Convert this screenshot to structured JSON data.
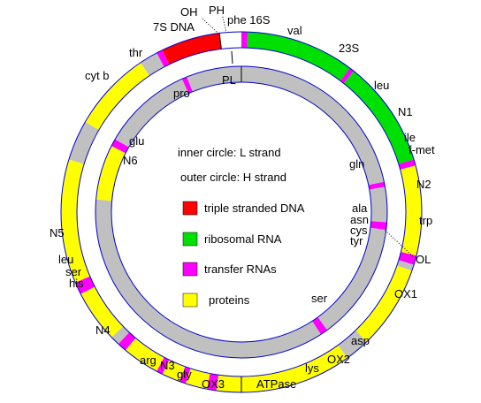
{
  "colors": {
    "triple_stranded_dna": "#ff0000",
    "ribosomal_rna": "#00e000",
    "transfer_rna": "#ff00ff",
    "proteins": "#ffff00",
    "noncoding": "#c0c0c0",
    "border": "#0000cc"
  },
  "legend": {
    "inner_note": "inner circle: L strand",
    "outer_note": "outer circle: H strand",
    "items": [
      {
        "key": "triple_stranded_dna",
        "label": "triple stranded DNA"
      },
      {
        "key": "ribosomal_rna",
        "label": "ribosomal RNA"
      },
      {
        "key": "transfer_rna",
        "label": "transfer RNAs"
      },
      {
        "key": "proteins",
        "label": "proteins"
      }
    ]
  },
  "outer_ring": {
    "segments": [
      {
        "start": 353,
        "end": 0,
        "kind": "white"
      },
      {
        "start": 0,
        "end": 2,
        "kind": "transfer_rna"
      },
      {
        "start": 2,
        "end": 37,
        "kind": "ribosomal_rna"
      },
      {
        "start": 37,
        "end": 38.5,
        "kind": "transfer_rna"
      },
      {
        "start": 38.5,
        "end": 73,
        "kind": "ribosomal_rna"
      },
      {
        "start": 73,
        "end": 75,
        "kind": "transfer_rna"
      },
      {
        "start": 75,
        "end": 104,
        "kind": "proteins"
      },
      {
        "start": 104,
        "end": 107,
        "kind": "transfer_rna"
      },
      {
        "start": 107,
        "end": 109,
        "kind": "noncoding"
      },
      {
        "start": 109,
        "end": 136,
        "kind": "proteins"
      },
      {
        "start": 136,
        "end": 144,
        "kind": "noncoding"
      },
      {
        "start": 144,
        "end": 188,
        "kind": "proteins"
      },
      {
        "start": 188,
        "end": 191,
        "kind": "transfer_rna"
      },
      {
        "start": 191,
        "end": 198,
        "kind": "proteins"
      },
      {
        "start": 198,
        "end": 200,
        "kind": "transfer_rna"
      },
      {
        "start": 200,
        "end": 206,
        "kind": "proteins"
      },
      {
        "start": 206,
        "end": 208,
        "kind": "transfer_rna"
      },
      {
        "start": 208,
        "end": 220,
        "kind": "proteins"
      },
      {
        "start": 220,
        "end": 223,
        "kind": "transfer_rna"
      },
      {
        "start": 223,
        "end": 226,
        "kind": "noncoding"
      },
      {
        "start": 226,
        "end": 243,
        "kind": "proteins"
      },
      {
        "start": 243,
        "end": 247,
        "kind": "transfer_rna"
      },
      {
        "start": 247,
        "end": 287,
        "kind": "proteins"
      },
      {
        "start": 287,
        "end": 300,
        "kind": "noncoding"
      },
      {
        "start": 300,
        "end": 326,
        "kind": "proteins"
      },
      {
        "start": 326,
        "end": 332,
        "kind": "noncoding"
      },
      {
        "start": 332,
        "end": 334,
        "kind": "transfer_rna"
      },
      {
        "start": 334,
        "end": 353,
        "kind": "triple_stranded_dna"
      }
    ],
    "ticks": [
      180,
      353
    ]
  },
  "inner_ring": {
    "segments": [
      {
        "start": 0,
        "end": 78,
        "kind": "noncoding"
      },
      {
        "start": 78,
        "end": 80,
        "kind": "transfer_rna"
      },
      {
        "start": 80,
        "end": 94,
        "kind": "noncoding"
      },
      {
        "start": 94,
        "end": 97,
        "kind": "transfer_rna"
      },
      {
        "start": 97,
        "end": 144,
        "kind": "noncoding"
      },
      {
        "start": 144,
        "end": 147,
        "kind": "transfer_rna"
      },
      {
        "start": 147,
        "end": 275,
        "kind": "noncoding"
      },
      {
        "start": 275,
        "end": 297,
        "kind": "proteins"
      },
      {
        "start": 297,
        "end": 300,
        "kind": "transfer_rna"
      },
      {
        "start": 300,
        "end": 336,
        "kind": "noncoding"
      },
      {
        "start": 336,
        "end": 338,
        "kind": "transfer_rna"
      },
      {
        "start": 338,
        "end": 360,
        "kind": "noncoding"
      }
    ],
    "ticks": [
      0
    ]
  },
  "labels": {
    "oh": "OH",
    "ph": "PH",
    "dna_7s": "7S DNA",
    "phe_16s": "phe 16S",
    "val": "val",
    "s23": "23S",
    "leu_top": "leu",
    "n1": "N1",
    "ile": "ile",
    "fmet": "f-met",
    "n2": "N2",
    "trp": "trp",
    "ala": "ala",
    "asn": "asn",
    "cys": "cys",
    "tyr": "tyr",
    "ol": "OL",
    "ox1": "OX1",
    "asp": "asp",
    "ox2": "OX2",
    "lys": "lys",
    "atpase": "ATPase",
    "ox3": "OX3",
    "gly": "gly",
    "n3": "N3",
    "arg": "arg",
    "n4": "N4",
    "his": "his",
    "ser_left": "ser",
    "leu_left": "leu",
    "n5": "N5",
    "cytb": "cyt b",
    "thr": "thr",
    "pl": "PL",
    "pro": "pro",
    "glu": "glu",
    "n6": "N6",
    "gln": "gln",
    "ser_inner": "ser"
  }
}
